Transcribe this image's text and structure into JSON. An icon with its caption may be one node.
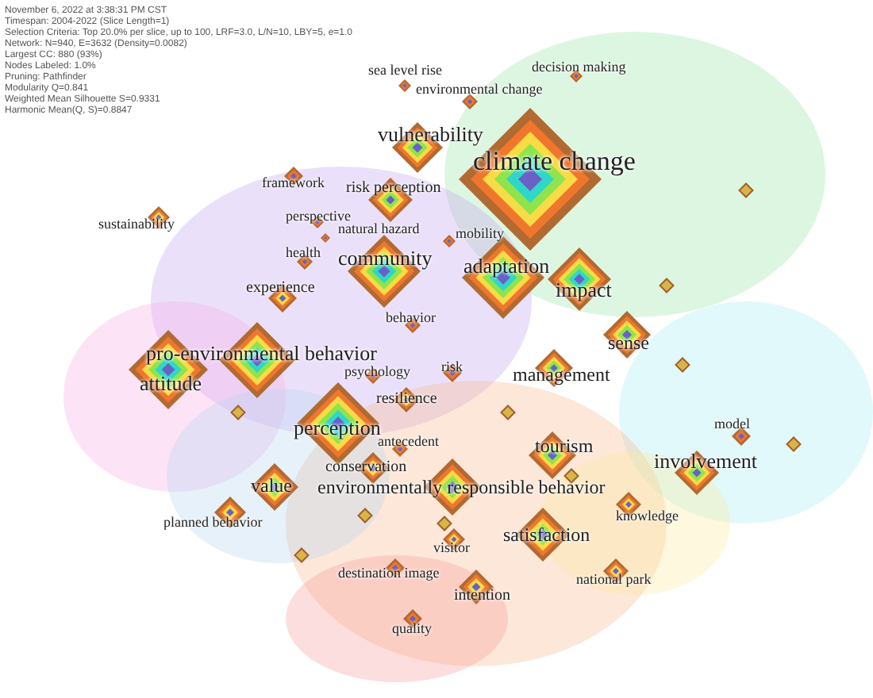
{
  "diagram": {
    "nodes": [
      {
        "text": [
          "sea level rise"
        ]
      },
      {
        "text": [
          "decision making"
        ]
      },
      {
        "text": [
          "environmental change"
        ]
      },
      {
        "text": [
          "vulnerability"
        ]
      },
      {
        "text": [
          "climate change"
        ]
      },
      {
        "text": [
          "framework"
        ]
      },
      {
        "text": [
          "risk perception"
        ]
      },
      {
        "text": [
          "sustainability"
        ]
      },
      {
        "text": [
          "perspective"
        ]
      },
      {
        "text": [
          "natural hazard"
        ]
      },
      {
        "text": [
          "mobility"
        ]
      },
      {
        "text": [
          "health"
        ]
      },
      {
        "text": [
          "community"
        ]
      },
      {
        "text": [
          "adaptation"
        ]
      },
      {
        "text": [
          "impact"
        ]
      },
      {
        "text": [
          "experience"
        ]
      },
      {
        "text": [
          "behavior"
        ]
      },
      {
        "text": [
          "pro-environmental behavior"
        ]
      },
      {
        "text": [
          "sense"
        ]
      },
      {
        "text": [
          "attitude"
        ]
      },
      {
        "text": [
          "risk"
        ]
      },
      {
        "text": [
          "psychology"
        ]
      },
      {
        "text": [
          "management"
        ]
      },
      {
        "text": [
          "resilience"
        ]
      },
      {
        "text": [
          "perception"
        ]
      },
      {
        "text": [
          "model"
        ]
      },
      {
        "text": [
          "antecedent"
        ]
      },
      {
        "text": [
          "tourism"
        ]
      },
      {
        "text": [
          "involvement"
        ]
      },
      {
        "text": [
          "conservation"
        ]
      },
      {
        "text": [
          "value"
        ]
      },
      {
        "text": [
          "environmentally responsible behavior"
        ]
      },
      {
        "text": [
          "knowledge"
        ]
      },
      {
        "text": [
          "planned behavior"
        ]
      },
      {
        "text": [
          "satisfaction"
        ]
      },
      {
        "text": [
          "visitor"
        ]
      },
      {
        "text": [
          "destination image"
        ]
      },
      {
        "text": [
          "national park"
        ]
      },
      {
        "text": [
          "intention"
        ]
      },
      {
        "text": [
          "quality"
        ]
      }
    ],
    "labels": [
      "November 6, 2022 at 3:38:31 PM CST",
      "Timespan: 2004-2022 (Slice Length=1)",
      "Selection Criteria: Top 20.0% per slice, up to 100, LRF=3.0, L/N=10, LBY=5, e=1.0",
      "Network: N=940, E=3632 (Density=0.0082)",
      "Largest CC: 880 (93%)",
      "Nodes Labeled: 1.0%",
      "Pruning: Pathfinder",
      "Modularity Q=0.841",
      "Weighted Mean Silhouette S=0.9331",
      "Harmonic Mean(Q, S)=0.8847"
    ]
  }
}
